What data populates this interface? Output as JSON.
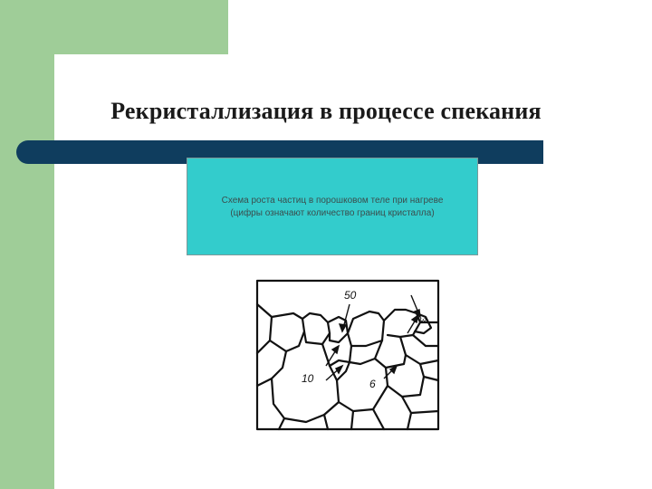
{
  "slide": {
    "title": "Рекристаллизация в процессе спекания",
    "caption": {
      "line1": "Схема роста частиц в порошковом теле при нагреве",
      "line2": "(цифры означают количество границ кристалла)"
    },
    "figure": {
      "labels": [
        "50",
        "3",
        "10",
        "6"
      ]
    }
  },
  "colors": {
    "green_accent": "#9fcd98",
    "navy_rule": "#0f3d5e",
    "caption_fill": "#33cccc"
  }
}
